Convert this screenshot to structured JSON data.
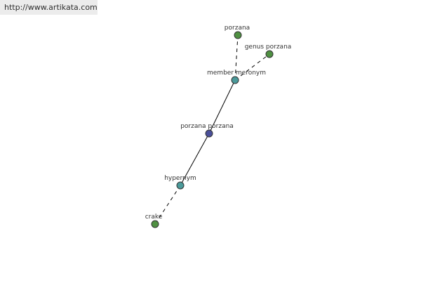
{
  "banner": {
    "url_text": "http://www.artikata.com"
  },
  "colors": {
    "word_node": "#4f9042",
    "relation_node": "#4b9a9a",
    "center_node": "#4a4f9a",
    "edge": "#000000"
  },
  "graph": {
    "nodes": [
      {
        "id": "porzana",
        "label": "porzana",
        "kind": "word"
      },
      {
        "id": "genus-porzana",
        "label": "genus porzana",
        "kind": "word"
      },
      {
        "id": "member-meronym",
        "label": "member meronym",
        "kind": "relation"
      },
      {
        "id": "porzana-porzana",
        "label": "porzana porzana",
        "kind": "center"
      },
      {
        "id": "hypernym",
        "label": "hypernym",
        "kind": "relation"
      },
      {
        "id": "crake",
        "label": "crake",
        "kind": "word"
      }
    ],
    "edges": [
      {
        "from": "member-meronym",
        "to": "porzana",
        "style": "dashed"
      },
      {
        "from": "member-meronym",
        "to": "genus-porzana",
        "style": "dashed"
      },
      {
        "from": "porzana-porzana",
        "to": "member-meronym",
        "style": "solid"
      },
      {
        "from": "porzana-porzana",
        "to": "hypernym",
        "style": "solid"
      },
      {
        "from": "hypernym",
        "to": "crake",
        "style": "dashed"
      }
    ]
  }
}
